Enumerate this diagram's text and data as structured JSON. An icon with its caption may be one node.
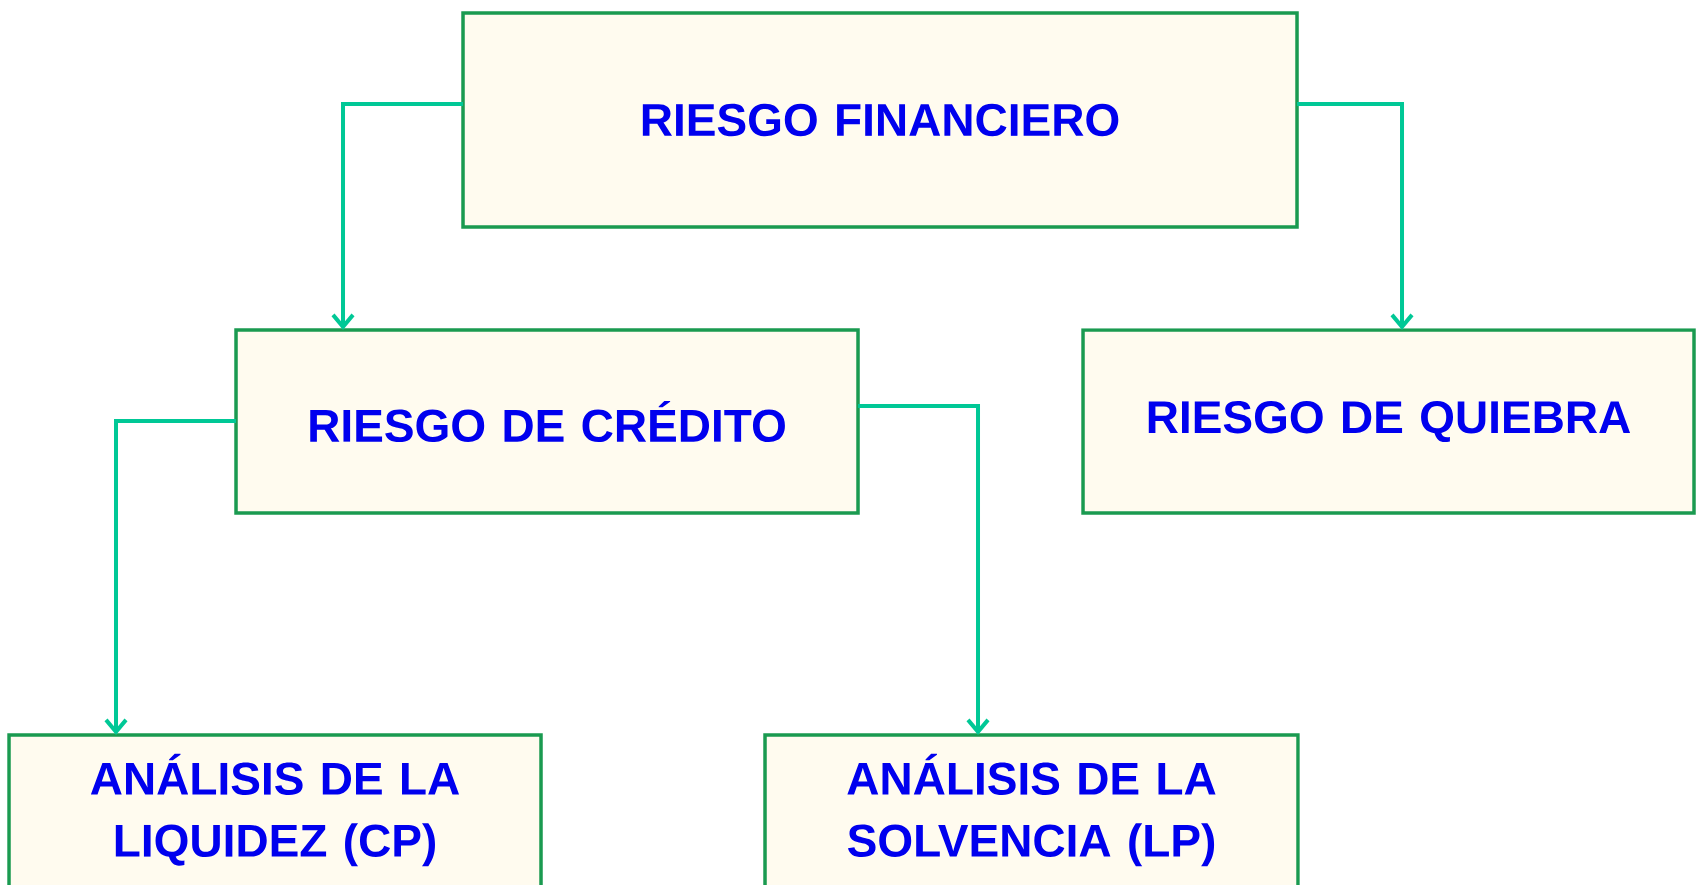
{
  "diagram": {
    "nodes": [
      {
        "text": [
          "RIESGO FINANCIERO"
        ]
      },
      {
        "text": [
          "RIESGO DE CRÉDITO"
        ]
      },
      {
        "text": [
          "RIESGO DE QUIEBRA"
        ]
      },
      {
        "text": [
          "ANÁLISIS DE LA LIQUIDEZ (CP)"
        ]
      },
      {
        "text": [
          "ANÁLISIS DE LA SOLVENCIA (LP)"
        ]
      }
    ],
    "edges": [
      {
        "from": 0,
        "to": 1,
        "arrow": "to"
      },
      {
        "from": 0,
        "to": 2,
        "arrow": "to"
      },
      {
        "from": 1,
        "to": 3,
        "arrow": "to"
      },
      {
        "from": 1,
        "to": 4,
        "arrow": "to"
      }
    ]
  }
}
